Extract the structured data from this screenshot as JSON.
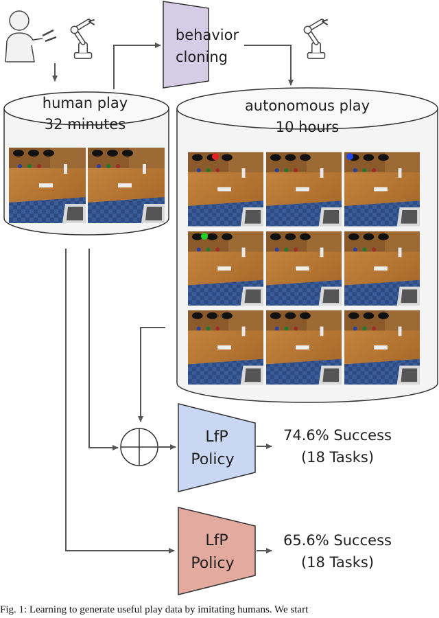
{
  "human_play": {
    "line1": "human play",
    "line2": "32 minutes"
  },
  "behavior_cloning": {
    "line1": "behavior",
    "line2": "cloning"
  },
  "autonomous_play": {
    "line1": "autonomous play",
    "line2": "10 hours"
  },
  "policy_top": {
    "line1": "LfP",
    "line2": "Policy",
    "result1": "74.6% Success",
    "result2": "(18 Tasks)",
    "color": "#c9d7f2"
  },
  "policy_bottom": {
    "line1": "LfP",
    "line2": "Policy",
    "result1": "65.6% Success",
    "result2": "(18 Tasks)",
    "color": "#e3aaa0"
  },
  "bc_color": "#d5cce6",
  "caption": "Fig. 1: Learning to generate useful play data by imitating humans. We start"
}
